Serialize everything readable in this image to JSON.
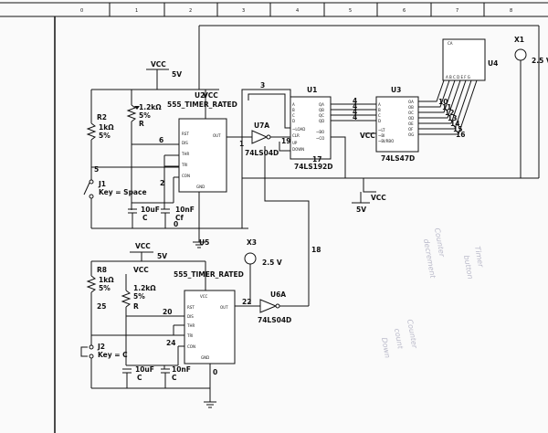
{
  "ruler": {
    "marks": [
      "0",
      "1",
      "2",
      "3",
      "4",
      "5",
      "6",
      "7",
      "8"
    ]
  },
  "labels": {
    "vcc_top": "VCC",
    "v5_top": "5V",
    "r2": "R2",
    "r2_val": "1kΩ",
    "r2_tol": "5%",
    "r1_val": "1.2kΩ",
    "r1_tol": "5%",
    "r1_r": "R",
    "u2_name": "U2",
    "u2_vcc": "VCC",
    "u2_type": "555_TIMER_RATED",
    "u2_rst": "RST",
    "u2_dis": "DIS",
    "u2_thr": "THR",
    "u2_tri": "TRI",
    "u2_con": "CON",
    "u2_gnd": "GND",
    "u2_out": "OUT",
    "n6": "6",
    "n5": "5",
    "n2": "2",
    "n0": "0",
    "n3": "3",
    "n1": "1",
    "n19": "19",
    "n17": "17",
    "j1": "J1",
    "j1_key": "Key = Space",
    "c1_val": "10uF",
    "c1": "C",
    "c2_val": "10nF",
    "c2": "Cf",
    "u7a": "U7A",
    "u7a_type": "74LS04D",
    "u1": "U1",
    "u1_type": "74LS192D",
    "u1_a": "A",
    "u1_b": "B",
    "u1_c": "C",
    "u1_d": "D",
    "u1_qa": "QA",
    "u1_qb": "QB",
    "u1_qc": "QC",
    "u1_qd": "QD",
    "u1_load": "~LOAD",
    "u1_clr": "CLR",
    "u1_up": "UP",
    "u1_down": "DOWN",
    "u1_bo": "~BO",
    "u1_co": "~CO",
    "n4a": "4",
    "n4b": "4",
    "n4c": "4",
    "n4d": "4",
    "u3": "U3",
    "u3_type": "74LS47D",
    "u3_a": "A",
    "u3_b": "B",
    "u3_c": "C",
    "u3_d": "D",
    "u3_lt": "~LT",
    "u3_bi": "~BI",
    "u3_rbi": "~RBI",
    "u3_rbo": "~BI/RBO",
    "u3_oa": "OA",
    "u3_ob": "OB",
    "u3_oc": "OC",
    "u3_od": "OD",
    "u3_oe": "OE",
    "u3_of": "OF",
    "u3_og": "OG",
    "seg10": "10",
    "seg11": "11",
    "seg12": "12",
    "seg13": "13",
    "seg14": "14",
    "seg15": "15",
    "seg16": "16",
    "u4": "U4",
    "u4_ca": "CA",
    "u4_pins": "A B C D E F G",
    "x1": "X1",
    "x1_v": "2.5 V",
    "vcc_mid": "VCC",
    "v5_mid": "5V",
    "x3": "X3",
    "x3_v": "2.5 V",
    "n18": "18",
    "vcc_bot": "VCC",
    "v5_bot": "5V",
    "r8": "R8",
    "r8_val": "1kΩ",
    "r8_tol": "5%",
    "n25": "25",
    "vcc_bot2": "VCC",
    "r7_val": "1.2kΩ",
    "r7_tol": "5%",
    "r7_r": "R",
    "u5": "U5",
    "u5_type": "555_TIMER_RATED",
    "u5_vcc": "VCC",
    "u5_rst": "RST",
    "u5_dis": "DIS",
    "u5_thr": "THR",
    "u5_tri": "TRI",
    "u5_con": "CON",
    "u5_gnd": "GND",
    "u5_out": "OUT",
    "n20": "20",
    "n24": "24",
    "n22": "22",
    "n0b": "0",
    "u6a": "U6A",
    "u6a_type": "74LS04D",
    "j2": "J2",
    "j2_key": "Key = C",
    "c3_val": "10uF",
    "c3": "C",
    "c4_val": "10nF",
    "c4": "C",
    "hand1": "Timer",
    "hand2": "button",
    "hand3": "Counter",
    "hand4": "decrement",
    "hand5": "Counter",
    "hand6": "count",
    "hand7": "Down"
  }
}
